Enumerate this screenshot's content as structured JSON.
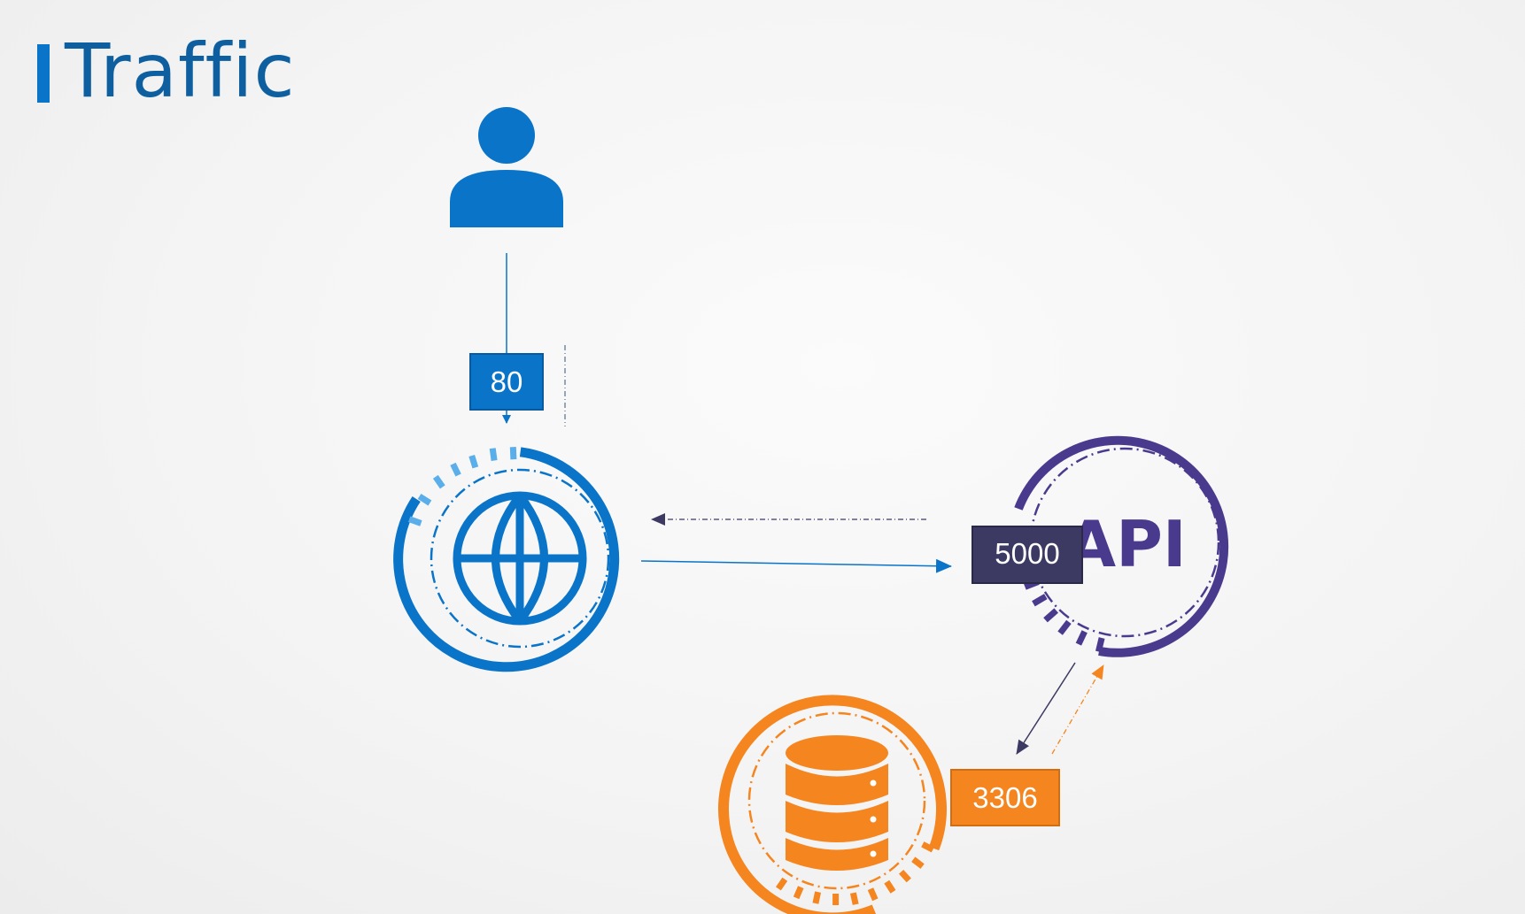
{
  "title": "Traffic",
  "nodes": {
    "user": {
      "icon": "user-icon"
    },
    "web_server": {
      "icon": "globe-icon"
    },
    "api_server": {
      "label": "API"
    },
    "database": {
      "icon": "database-icon"
    }
  },
  "ports": {
    "web": "80",
    "api": "5000",
    "db": "3306"
  },
  "colors": {
    "title": "#0e5f9f",
    "web": "#0a74c9",
    "api": "#4a3a8e",
    "db": "#f5851f",
    "api_port_box": "#3c3a63"
  }
}
